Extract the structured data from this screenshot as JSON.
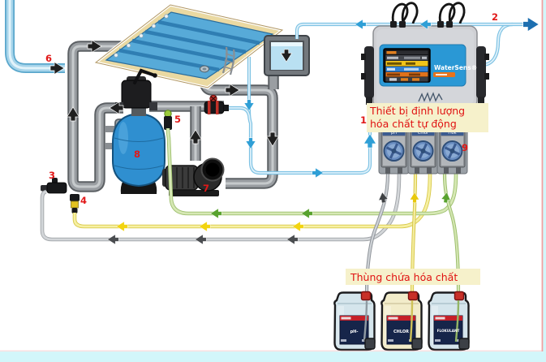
{
  "annotations": {
    "dosing_device_line1": "Thiết bị định lượng",
    "dosing_device_line2": "hóa chất tự động",
    "chemical_tanks": "Thùng chứa hóa chất"
  },
  "controller": {
    "brand": "WaterSens®"
  },
  "markers": {
    "m1": "1",
    "m2": "2",
    "m3": "3",
    "m4": "4",
    "m5": "5",
    "m6": "6",
    "m7": "7",
    "m8": "8",
    "m9": "9"
  },
  "dosing_pumps": [
    {
      "label": "pH"
    },
    {
      "label": "Chlor"
    },
    {
      "label": "Flok"
    }
  ],
  "chemical_cans": [
    {
      "label": "pH-"
    },
    {
      "label": "CHLOR"
    },
    {
      "label": "FLOKULANT"
    }
  ],
  "colors": {
    "annotation_text": "#e01212",
    "annotation_bg": "#f6f1cb",
    "marker_red": "#e11818",
    "panel_blue": "#2a98d5",
    "pipe_gray": "#9a9ea2",
    "sample_blue": "#2f9fd6",
    "chem_gray_line": "#c9cccf",
    "chem_yellow_line": "#f0e27a",
    "chem_green_line": "#c4dd9b",
    "pool_water": "#57aad8",
    "deck_tan": "#ead9a2",
    "page_edge_cyan": "#d2f6fa",
    "page_edge_pink": "#ef9f9f"
  }
}
